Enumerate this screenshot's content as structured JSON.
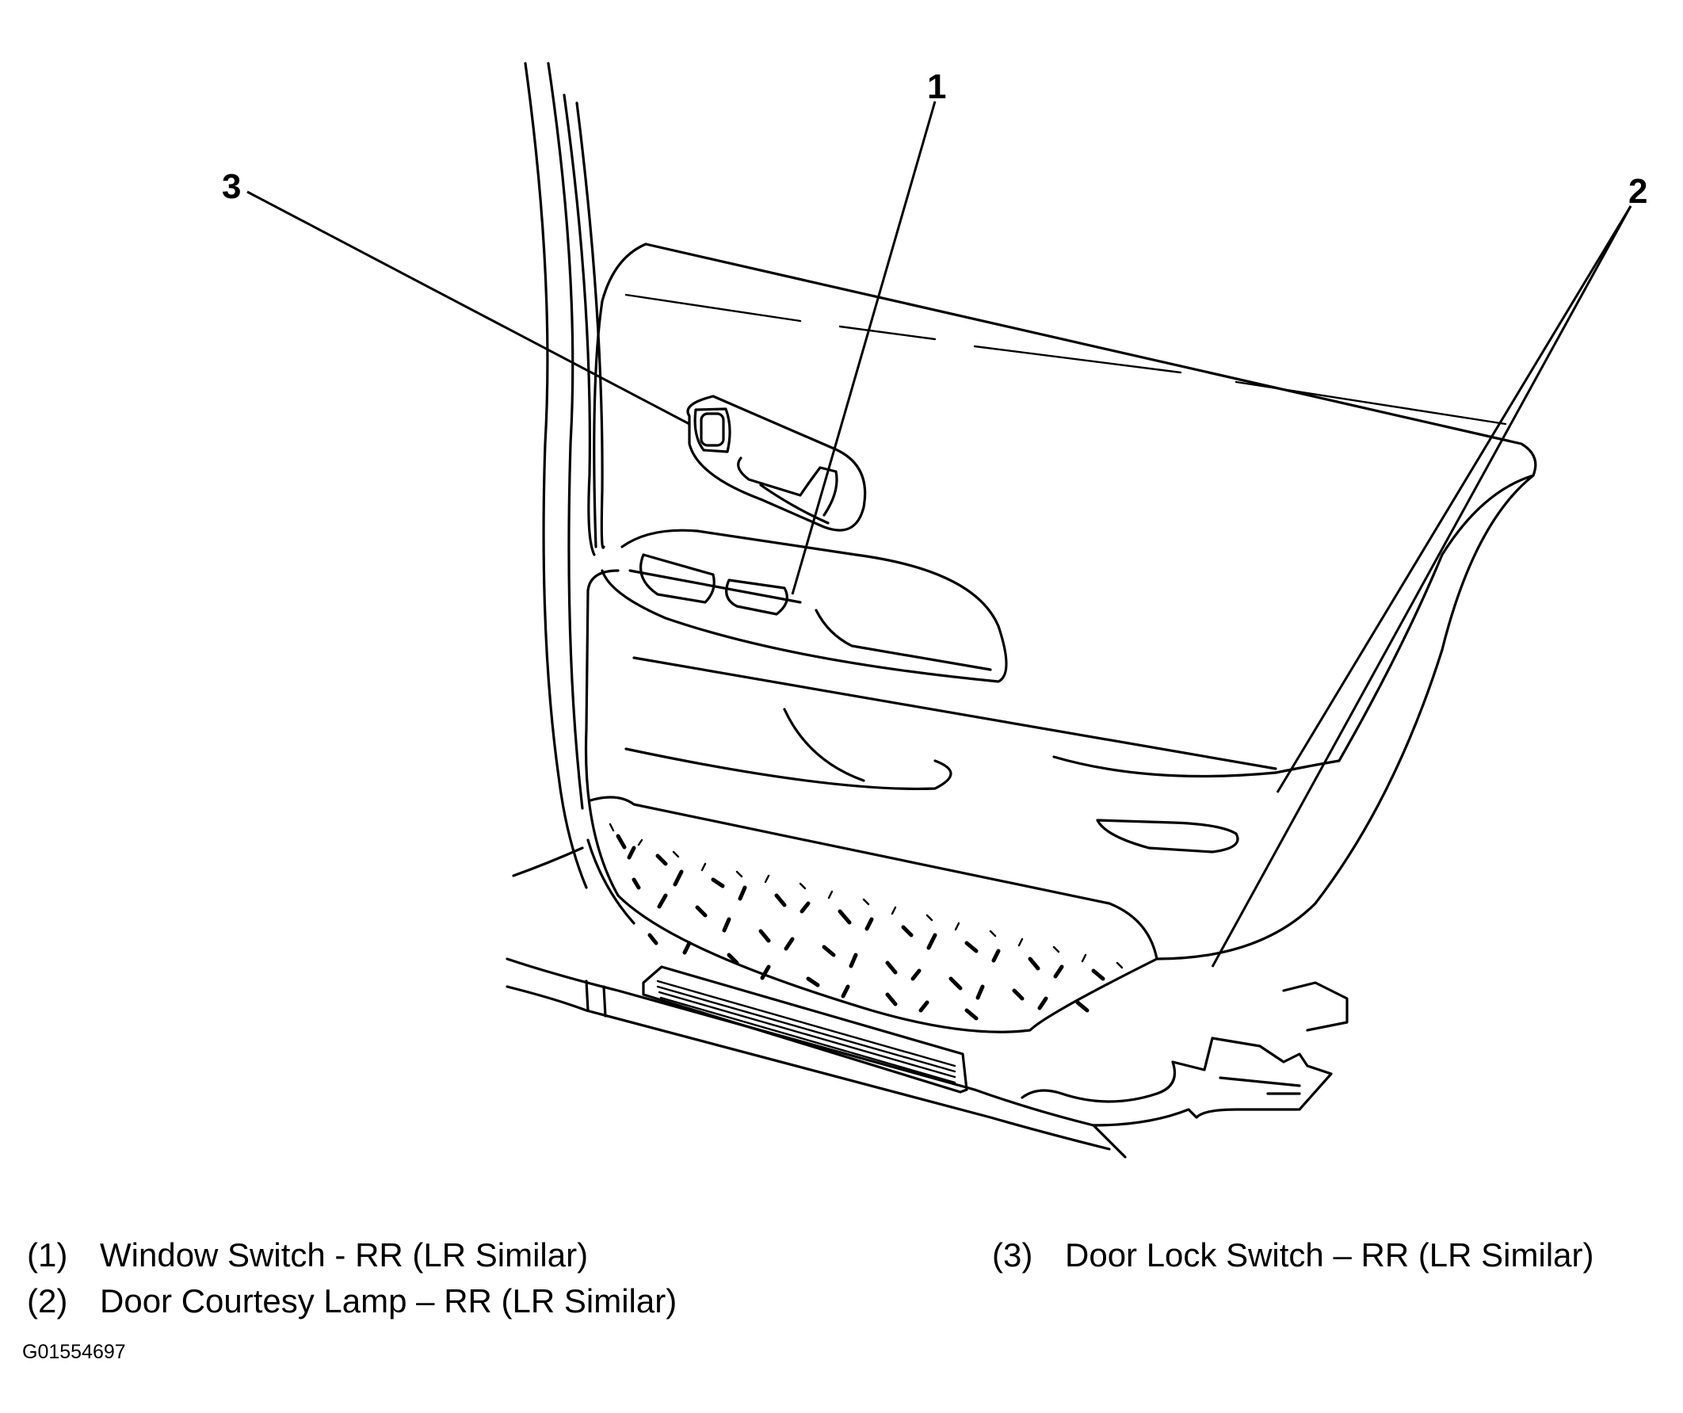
{
  "callouts": [
    {
      "id": "1",
      "label": "Window Switch - RR (LR Similar)"
    },
    {
      "id": "2",
      "label": "Door Courtesy Lamp – RR (LR Similar)"
    },
    {
      "id": "3",
      "label": "Door Lock Switch – RR (LR Similar)"
    }
  ],
  "legend": [
    {
      "num": "(1)",
      "text": "Window Switch - RR (LR Similar)"
    },
    {
      "num": "(2)",
      "text": "Door Courtesy Lamp – RR (LR Similar)"
    },
    {
      "num": "(3)",
      "text": "Door Lock Switch – RR (LR Similar)"
    }
  ],
  "figure_id": "G01554697"
}
